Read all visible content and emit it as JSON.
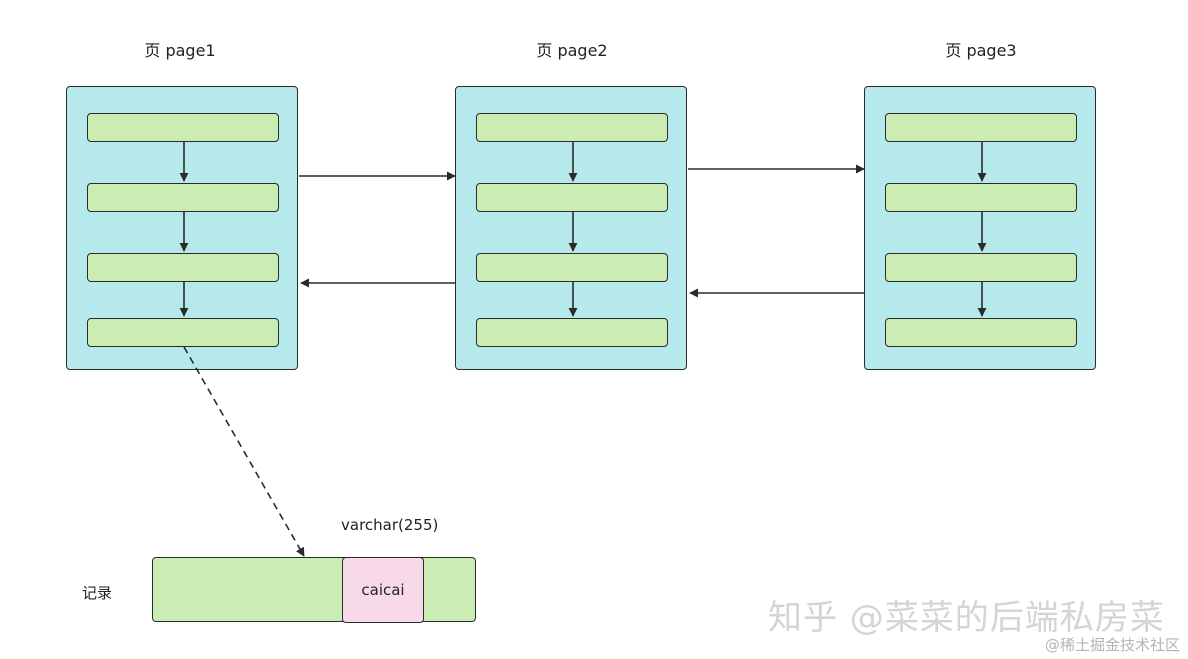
{
  "pages": [
    {
      "label": "页 page1"
    },
    {
      "label": "页 page2"
    },
    {
      "label": "页 page3"
    }
  ],
  "record": {
    "label": "记录",
    "field_type": "varchar(255)",
    "field_value": "caicai"
  },
  "watermark": {
    "main": "知乎 @菜菜的后端私房菜",
    "sub": "@稀土掘金技术社区"
  },
  "colors": {
    "page_fill": "#b6e9ec",
    "record_fill": "#cbedb3",
    "field_fill": "#f8d9ea",
    "stroke": "#2b2b2b"
  }
}
